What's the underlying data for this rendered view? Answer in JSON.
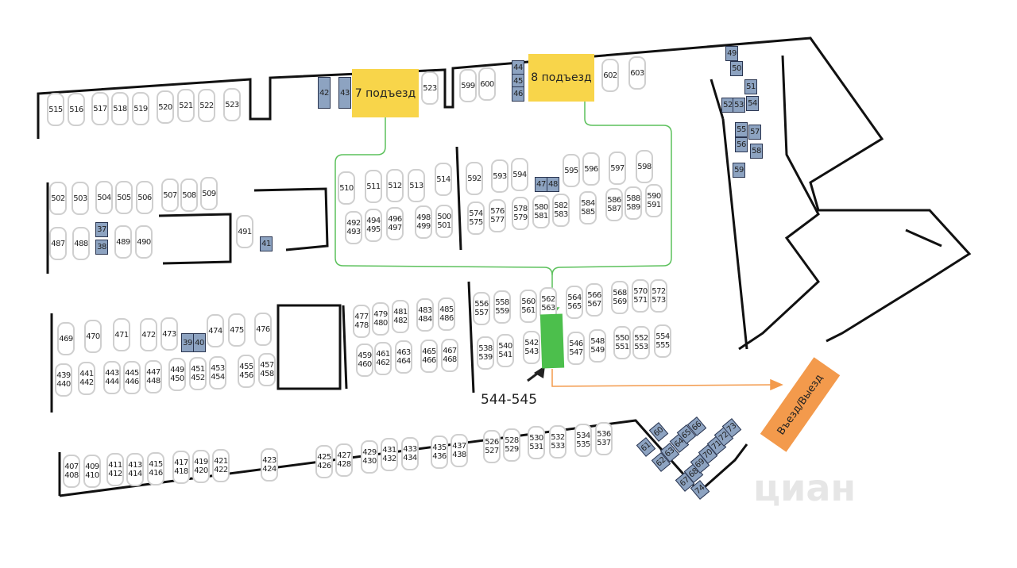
{
  "entrances": {
    "entrance_7": "7 подъезд",
    "entrance_8": "8 подъезд",
    "exit": "Въезд/Выезд"
  },
  "highlight": {
    "label": "544-545"
  },
  "watermark": "циан",
  "colors": {
    "route_green": "#5cc15c",
    "route_orange": "#f39a4c",
    "storage_blue": "#8da3c1",
    "entrance_yellow": "#f8d54a",
    "highlight_green": "#4cbf4c"
  },
  "parking_spots": [
    "515",
    "516",
    "517",
    "518",
    "519",
    "520",
    "521",
    "522",
    "523",
    "523",
    "599",
    "600",
    "602",
    "603",
    "502",
    "503",
    "504",
    "505",
    "506",
    "507",
    "508",
    "509",
    "487",
    "488",
    "489",
    "490",
    "491",
    "510",
    "511",
    "512",
    "513",
    "514",
    "492\n493",
    "494\n495",
    "496\n497",
    "498\n499",
    "500\n501",
    "592",
    "593",
    "594",
    "595",
    "596",
    "597",
    "598",
    "574\n575",
    "576\n577",
    "578\n579",
    "580\n581",
    "582\n583",
    "584\n585",
    "586\n587",
    "588\n589",
    "590\n591",
    "469",
    "470",
    "471",
    "472",
    "473",
    "474",
    "475",
    "476",
    "439\n440",
    "441\n442",
    "443\n444",
    "445\n446",
    "447\n448",
    "449\n450",
    "451\n452",
    "453\n454",
    "455\n456",
    "457\n458",
    "477\n478",
    "479\n480",
    "481\n482",
    "483\n484",
    "485\n486",
    "459\n460",
    "461\n462",
    "463\n464",
    "465\n466",
    "467\n468",
    "556\n557",
    "558\n559",
    "560\n561",
    "562\n563",
    "564\n565",
    "566\n567",
    "568\n569",
    "570\n571",
    "572\n573",
    "538\n539",
    "540\n541",
    "542\n543",
    "546\n547",
    "548\n549",
    "550\n551",
    "552\n553",
    "554\n555",
    "407\n408",
    "409\n410",
    "411\n412",
    "413\n414",
    "415\n416",
    "417\n418",
    "419\n420",
    "421\n422",
    "423\n424",
    "425\n426",
    "427\n428",
    "429\n430",
    "431\n432",
    "433\n434",
    "435\n436",
    "437\n438",
    "526\n527",
    "528\n529",
    "530\n531",
    "532\n533",
    "534\n535",
    "536\n537"
  ],
  "storage_units": [
    "42",
    "43",
    "44",
    "45",
    "46",
    "49",
    "50",
    "51",
    "52",
    "53",
    "54",
    "55",
    "57",
    "56",
    "58",
    "59",
    "37",
    "38",
    "41",
    "47",
    "48",
    "39",
    "40",
    "60",
    "61",
    "62",
    "63",
    "64",
    "65",
    "66",
    "67",
    "68",
    "69",
    "70",
    "71",
    "72",
    "73",
    "74"
  ]
}
